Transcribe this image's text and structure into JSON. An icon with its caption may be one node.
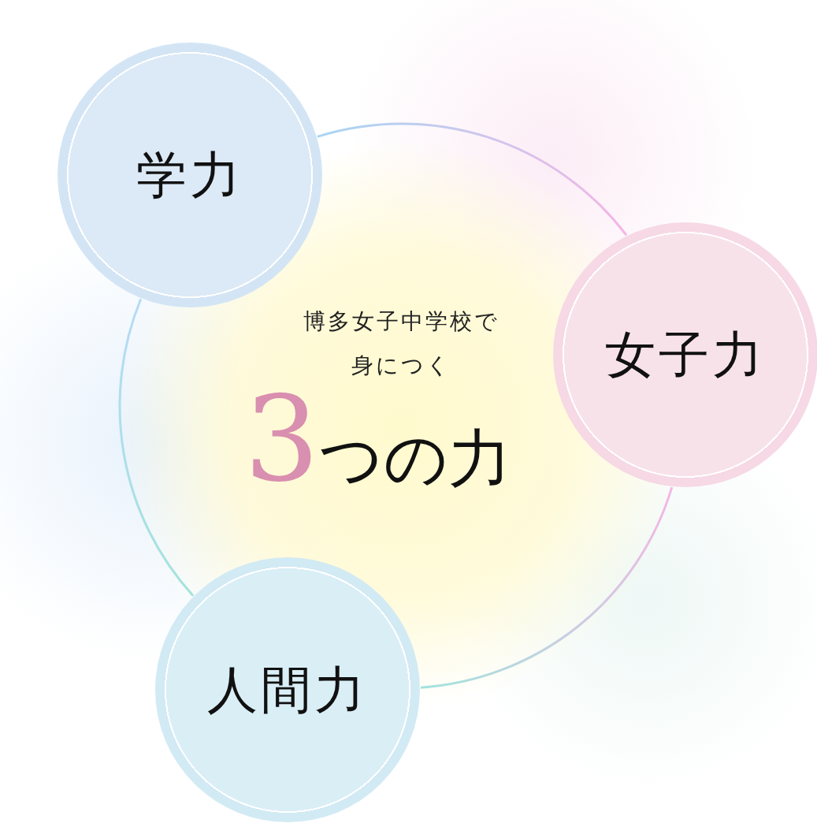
{
  "diagram": {
    "nodes": [
      {
        "text": [
          "学力"
        ]
      },
      {
        "text": [
          "女子力"
        ]
      },
      {
        "text": [
          "人間力"
        ]
      }
    ],
    "edges": [
      {
        "from": 0,
        "to": 1,
        "arrow": "none"
      },
      {
        "from": 1,
        "to": 2,
        "arrow": "none"
      },
      {
        "from": 2,
        "to": 0,
        "arrow": "none"
      }
    ],
    "labels": [
      "博多女子中学校で身につく",
      "3つの力"
    ]
  }
}
